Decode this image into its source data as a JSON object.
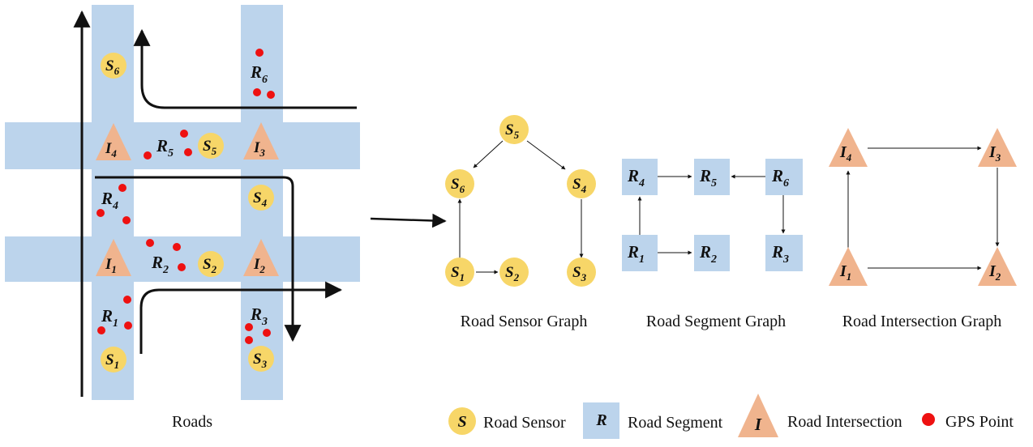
{
  "captions": {
    "roads": "Roads",
    "sensor_graph": "Road Sensor Graph",
    "segment_graph": "Road Segment Graph",
    "intersection_graph": "Road Intersection Graph"
  },
  "legend": {
    "sensor_symbol": "S",
    "sensor_label": "Road Sensor",
    "segment_symbol": "R",
    "segment_label": "Road Segment",
    "intersection_symbol": "I",
    "intersection_label": "Road Intersection",
    "gps_label": "GPS Point"
  },
  "roads_map": {
    "sensors": [
      {
        "base": "S",
        "sub": "6"
      },
      {
        "base": "S",
        "sub": "5"
      },
      {
        "base": "S",
        "sub": "4"
      },
      {
        "base": "S",
        "sub": "2"
      },
      {
        "base": "S",
        "sub": "1"
      },
      {
        "base": "S",
        "sub": "3"
      }
    ],
    "segments": [
      {
        "base": "R",
        "sub": "6"
      },
      {
        "base": "R",
        "sub": "5"
      },
      {
        "base": "R",
        "sub": "4"
      },
      {
        "base": "R",
        "sub": "2"
      },
      {
        "base": "R",
        "sub": "1"
      },
      {
        "base": "R",
        "sub": "3"
      }
    ],
    "intersections": [
      {
        "base": "I",
        "sub": "4"
      },
      {
        "base": "I",
        "sub": "3"
      },
      {
        "base": "I",
        "sub": "1"
      },
      {
        "base": "I",
        "sub": "2"
      }
    ]
  },
  "sensor_graph": {
    "nodes": [
      {
        "base": "S",
        "sub": "5"
      },
      {
        "base": "S",
        "sub": "6"
      },
      {
        "base": "S",
        "sub": "4"
      },
      {
        "base": "S",
        "sub": "1"
      },
      {
        "base": "S",
        "sub": "2"
      },
      {
        "base": "S",
        "sub": "3"
      }
    ],
    "edges": [
      [
        "S5",
        "S6"
      ],
      [
        "S5",
        "S4"
      ],
      [
        "S1",
        "S6"
      ],
      [
        "S1",
        "S2"
      ],
      [
        "S4",
        "S3"
      ]
    ]
  },
  "segment_graph": {
    "nodes": [
      {
        "base": "R",
        "sub": "4"
      },
      {
        "base": "R",
        "sub": "5"
      },
      {
        "base": "R",
        "sub": "6"
      },
      {
        "base": "R",
        "sub": "1"
      },
      {
        "base": "R",
        "sub": "2"
      },
      {
        "base": "R",
        "sub": "3"
      }
    ],
    "edges": [
      [
        "R4",
        "R5"
      ],
      [
        "R6",
        "R5"
      ],
      [
        "R1",
        "R4"
      ],
      [
        "R1",
        "R2"
      ],
      [
        "R6",
        "R3"
      ]
    ]
  },
  "intersection_graph": {
    "nodes": [
      {
        "base": "I",
        "sub": "4"
      },
      {
        "base": "I",
        "sub": "3"
      },
      {
        "base": "I",
        "sub": "1"
      },
      {
        "base": "I",
        "sub": "2"
      }
    ],
    "edges": [
      [
        "I4",
        "I3"
      ],
      [
        "I1",
        "I4"
      ],
      [
        "I1",
        "I2"
      ],
      [
        "I3",
        "I2"
      ]
    ]
  },
  "colors": {
    "road": "#bcd4ec",
    "sensor": "#f7d668",
    "intersection": "#f0b48e",
    "gps": "#ee1111"
  }
}
